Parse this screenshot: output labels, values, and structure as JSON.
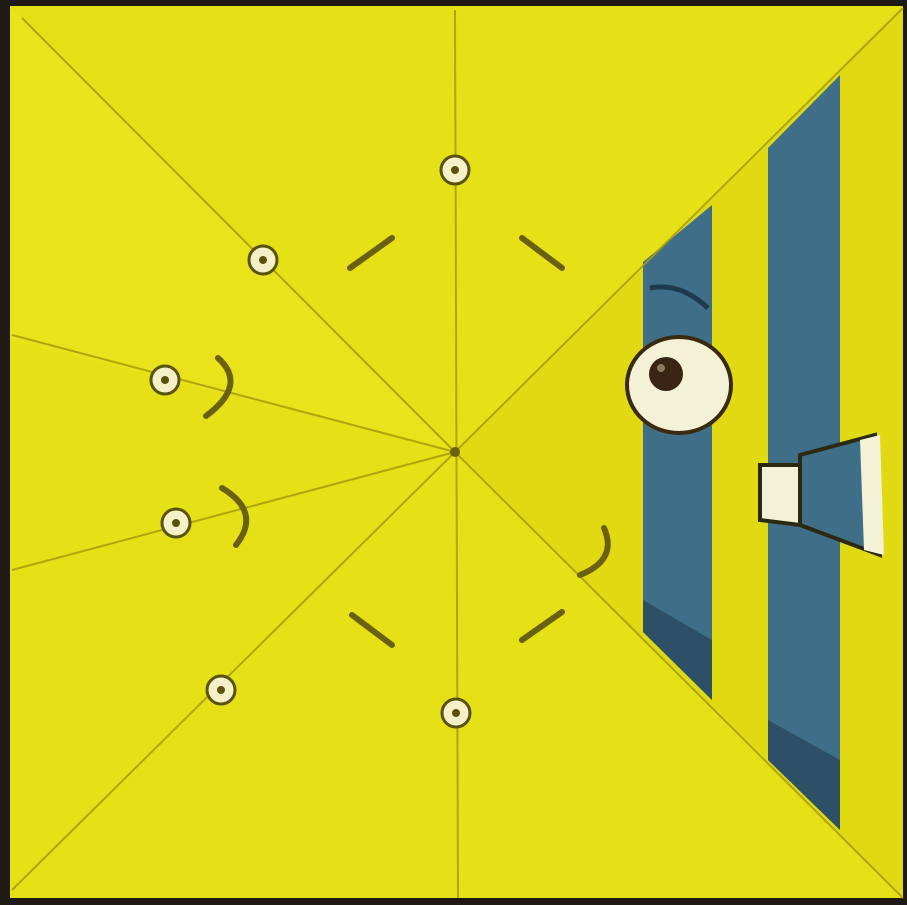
{
  "image": {
    "subject": "origami-paper-sheet-with-folding-diagram",
    "colors": {
      "background": "#1d1a14",
      "paper": "#e6e016",
      "paper_shadow": "#d6cf10",
      "crease": "#a89f0a",
      "stripe": "#3f6e88",
      "stripe_dark": "#2e5066",
      "eye_white": "#f3f1d6",
      "pupil": "#3a2414",
      "marker_ring": "#f4f1c8",
      "ink": "#5a5208"
    },
    "markers": [
      {
        "name": "fold-marker-top"
      },
      {
        "name": "fold-marker-upper-left"
      },
      {
        "name": "fold-marker-left-upper"
      },
      {
        "name": "fold-marker-left-lower"
      },
      {
        "name": "fold-marker-lower-left"
      },
      {
        "name": "fold-marker-bottom"
      }
    ]
  }
}
